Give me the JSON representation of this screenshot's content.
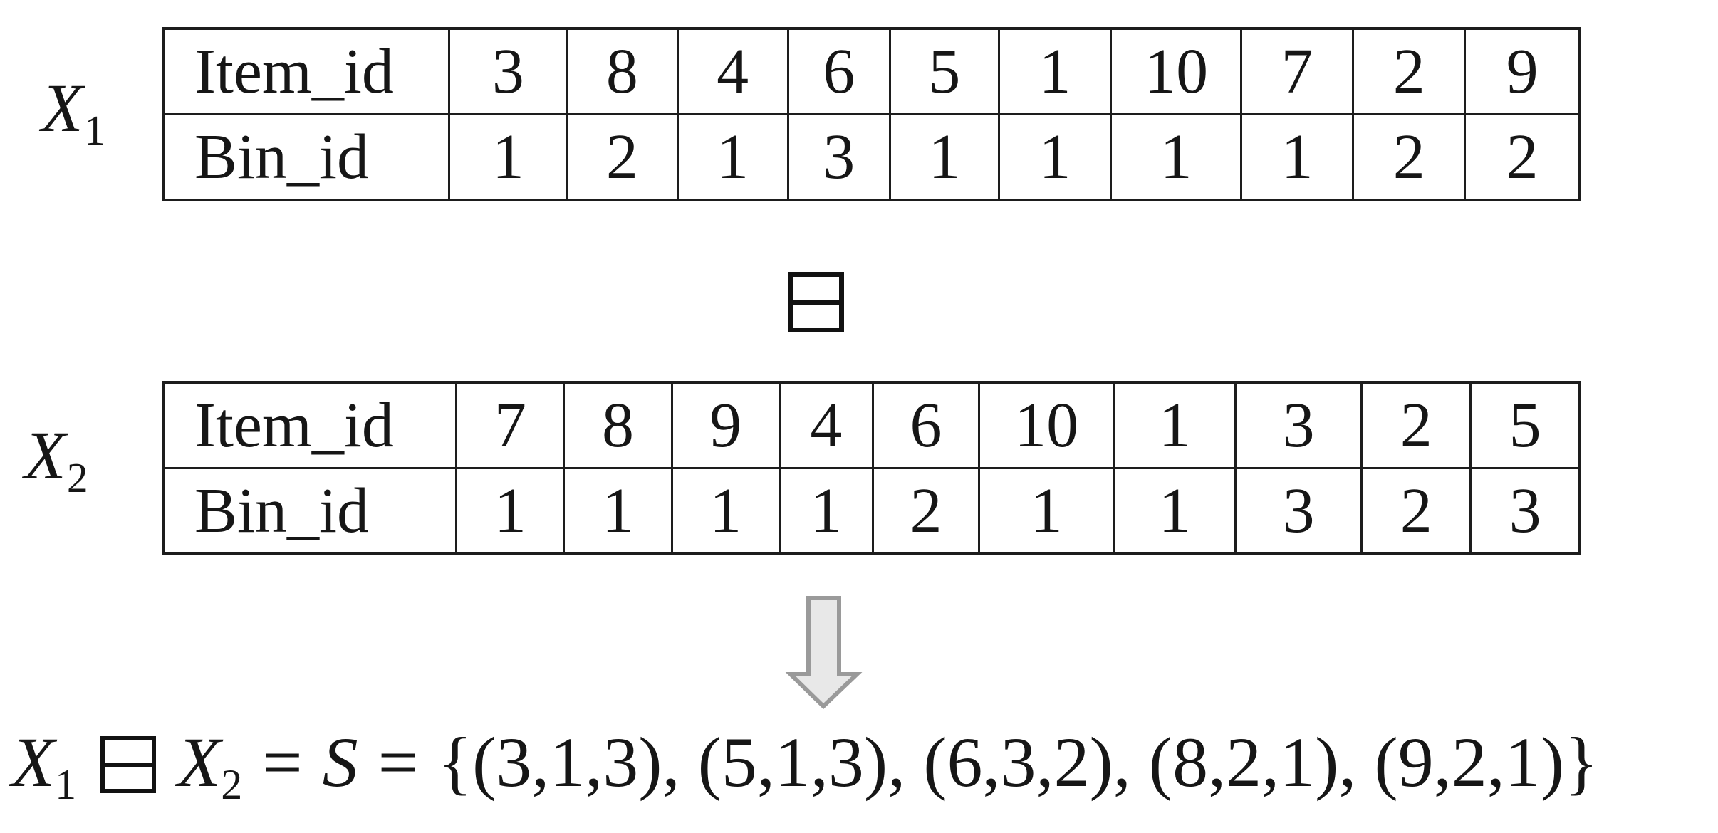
{
  "tables": [
    {
      "label_base": "X",
      "label_sub": "1",
      "rows": [
        {
          "header": "Item_id",
          "values": [
            "3",
            "8",
            "4",
            "6",
            "5",
            "1",
            "10",
            "7",
            "2",
            "9"
          ]
        },
        {
          "header": "Bin_id",
          "values": [
            "1",
            "2",
            "1",
            "3",
            "1",
            "1",
            "1",
            "1",
            "2",
            "2"
          ]
        }
      ]
    },
    {
      "label_base": "X",
      "label_sub": "2",
      "rows": [
        {
          "header": "Item_id",
          "values": [
            "7",
            "8",
            "9",
            "4",
            "6",
            "10",
            "1",
            "3",
            "2",
            "5"
          ]
        },
        {
          "header": "Bin_id",
          "values": [
            "1",
            "1",
            "1",
            "1",
            "2",
            "1",
            "1",
            "3",
            "2",
            "3"
          ]
        }
      ]
    }
  ],
  "operator": {
    "name": "boxminus (squared minus)"
  },
  "arrow": {
    "direction": "down",
    "fill": "#e8e8e8",
    "stroke": "#9a9a9a"
  },
  "formula": {
    "x1_base": "X",
    "x1_sub": "1",
    "x2_base": "X",
    "x2_sub": "2",
    "eq1": "=",
    "set_symbol": "S",
    "eq2": "=",
    "set_body": "{(3,1,3), (5,1,3), (6,3,2), (8,2,1), (9,2,1)}"
  },
  "colors": {
    "text": "#161616",
    "table_border": "#1d1d1d",
    "arrow_fill": "#e8e8e8",
    "arrow_stroke": "#9a9a9a",
    "background": "#ffffff"
  }
}
